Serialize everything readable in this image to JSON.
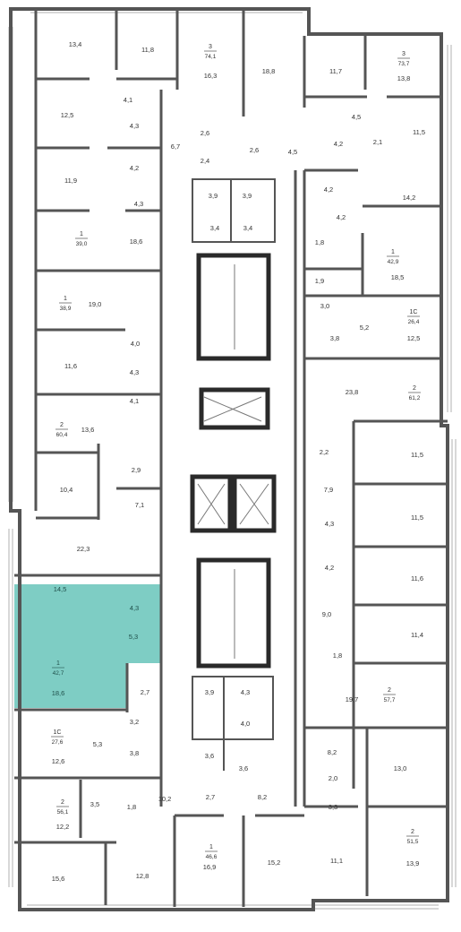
{
  "colors": {
    "wall": "#555555",
    "wall_dark": "#2a2a2a",
    "window": "#bfbfbf",
    "highlight_fill": "#7ecdc4",
    "highlight_text": "#1f4f4a",
    "text": "#333333"
  },
  "apartments": [
    {
      "id": "a1",
      "rooms": "3",
      "total": "74,1"
    },
    {
      "id": "a2",
      "rooms": "3",
      "total": "73,7"
    },
    {
      "id": "a3",
      "rooms": "1",
      "total": "39,0"
    },
    {
      "id": "a4",
      "rooms": "1",
      "total": "42,9"
    },
    {
      "id": "a5",
      "rooms": "1",
      "total": "38,9"
    },
    {
      "id": "a6",
      "rooms": "1С",
      "total": "26,4"
    },
    {
      "id": "a7",
      "rooms": "2",
      "total": "61,2"
    },
    {
      "id": "a8",
      "rooms": "2",
      "total": "60,4"
    },
    {
      "id": "a9",
      "rooms": "1",
      "total": "42,7",
      "highlighted": true
    },
    {
      "id": "a10",
      "rooms": "2",
      "total": "57,7"
    },
    {
      "id": "a11",
      "rooms": "1С",
      "total": "27,6"
    },
    {
      "id": "a12",
      "rooms": "2",
      "total": "56,1"
    },
    {
      "id": "a13",
      "rooms": "1",
      "total": "46,6"
    },
    {
      "id": "a14",
      "rooms": "2",
      "total": "51,5"
    }
  ],
  "room_areas": [
    "13,4",
    "11,8",
    "16,3",
    "18,8",
    "11,7",
    "13,8",
    "4,1",
    "12,5",
    "4,3",
    "6,7",
    "2,6",
    "2,6",
    "4,5",
    "4,2",
    "2,1",
    "11,5",
    "4,2",
    "2,4",
    "4,5",
    "11,9",
    "4,3",
    "3,9",
    "3,9",
    "4,2",
    "14,2",
    "3,4",
    "3,4",
    "4,2",
    "18,6",
    "1,8",
    "18,5",
    "1,9",
    "19,0",
    "3,0",
    "5,2",
    "12,5",
    "4,0",
    "3,8",
    "11,6",
    "4,3",
    "23,8",
    "4,1",
    "13,6",
    "2,2",
    "11,5",
    "2,9",
    "7,9",
    "10,4",
    "7,1",
    "11,5",
    "22,3",
    "4,3",
    "4,2",
    "11,6",
    "14,5",
    "4,3",
    "9,0",
    "5,3",
    "11,4",
    "1,8",
    "18,6",
    "2,7",
    "3,9",
    "4,3",
    "19,7",
    "3,2",
    "4,0",
    "8,2",
    "5,3",
    "3,8",
    "12,6",
    "3,6",
    "3,6",
    "2,0",
    "13,0",
    "3,5",
    "1,8",
    "10,2",
    "2,7",
    "8,2",
    "3,3",
    "12,2",
    "15,6",
    "12,8",
    "16,9",
    "15,2",
    "11,1",
    "13,9"
  ]
}
